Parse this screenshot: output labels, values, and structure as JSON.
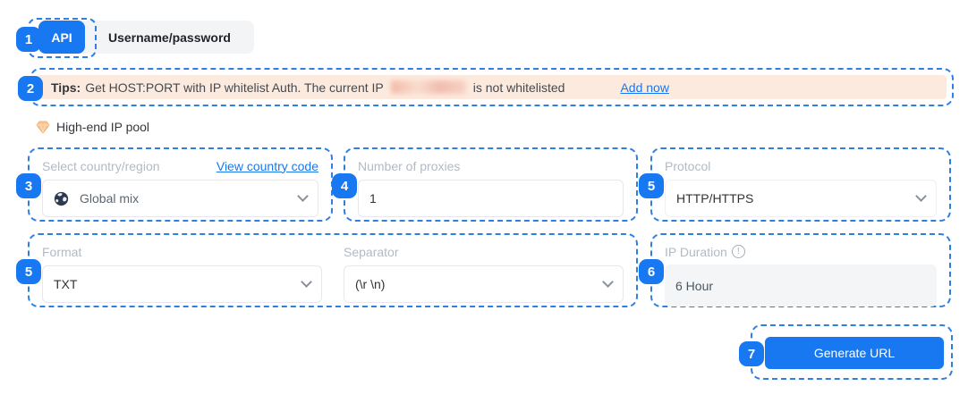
{
  "colors": {
    "accent_blue": "#1778f2",
    "annotation_blue": "#2f7fe3",
    "banner_bg": "#fdeade"
  },
  "icons": {
    "country": "globe-icon",
    "pool": "gem-icon",
    "duration_help": "info-icon",
    "dropdowns": "chevron-down-icon"
  },
  "tabs": {
    "annotation_badge": "1",
    "api_label": "API",
    "userpass_label": "Username/password"
  },
  "tips": {
    "annotation_badge": "2",
    "bold_prefix": "Tips:",
    "text_before_ip": "Get HOST:PORT with IP whitelist Auth. The current IP",
    "text_after_ip": "is not whitelisted",
    "action_link": "Add now"
  },
  "pool": {
    "label": "High-end IP pool"
  },
  "form": {
    "country": {
      "annotation_badge": "3",
      "label": "Select country/region",
      "link": "View country code",
      "selected": "Global mix"
    },
    "proxy_count": {
      "annotation_badge": "4",
      "label": "Number of proxies",
      "value": "1"
    },
    "protocol": {
      "annotation_badge": "5",
      "label": "Protocol",
      "selected": "HTTP/HTTPS"
    },
    "format": {
      "annotation_badge": "5",
      "label": "Format",
      "selected": "TXT"
    },
    "separator": {
      "label": "Separator",
      "selected": "(\\r \\n)"
    },
    "ip_duration": {
      "annotation_badge": "6",
      "label": "IP Duration",
      "value": "6 Hour"
    }
  },
  "actions": {
    "annotation_badge": "7",
    "generate_label": "Generate URL"
  }
}
